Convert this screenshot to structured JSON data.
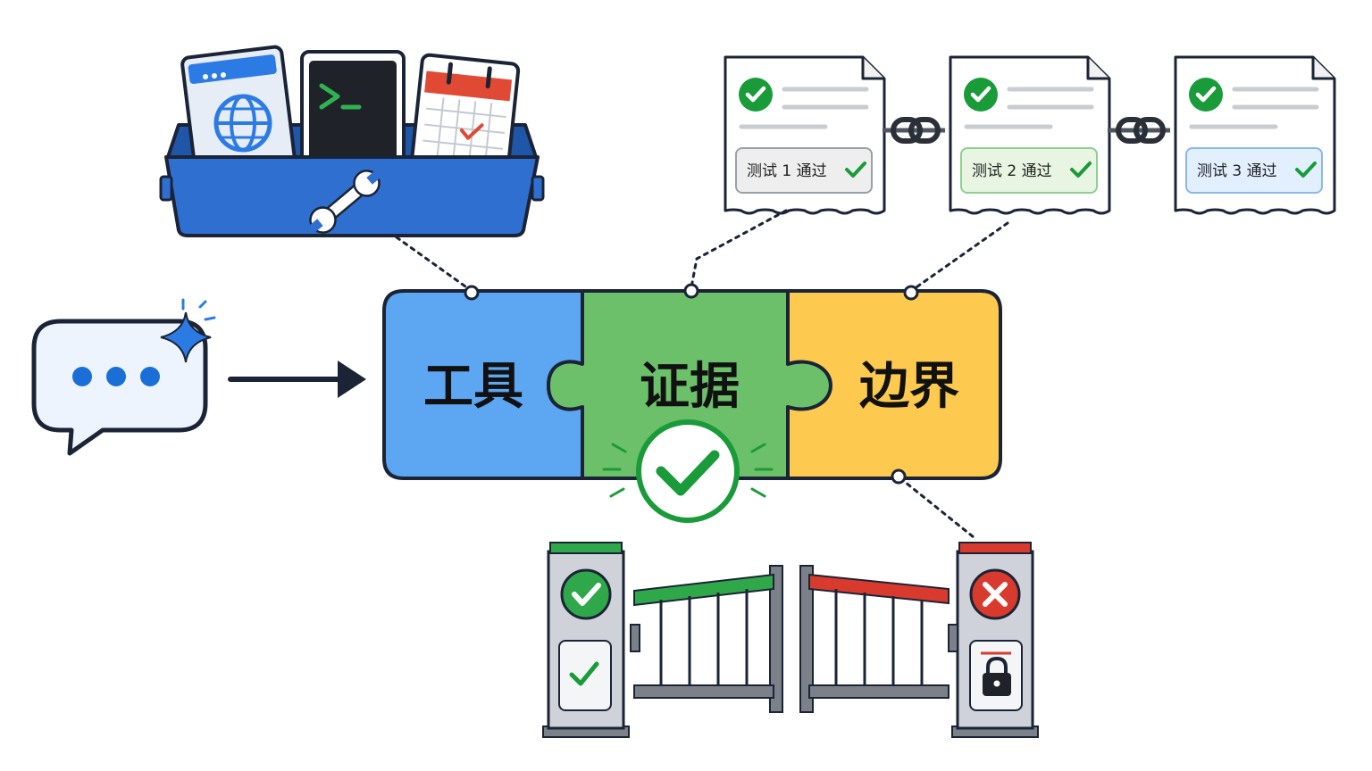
{
  "puzzle": {
    "tools_label": "工具",
    "evidence_label": "证据",
    "boundary_label": "边界"
  },
  "reports": [
    {
      "label": "测试 1 通过",
      "status": "pass"
    },
    {
      "label": "测试 2 通过",
      "status": "pass"
    },
    {
      "label": "测试 3 通过",
      "status": "pass"
    }
  ],
  "gates": {
    "left_status": "open-pass",
    "right_status": "locked-fail"
  },
  "toolbox": {
    "tools": [
      "globe-icon",
      "terminal-icon",
      "calendar-icon"
    ]
  },
  "colors": {
    "tools_blue": "#5ca6f2",
    "evidence_green": "#6cc06a",
    "boundary_yellow": "#fdc94e",
    "toolbox_blue": "#2f6fd0",
    "success": "#1a9b3a",
    "error": "#d83a2e",
    "outline": "#1b2436",
    "chat_blue": "#1a6fd6"
  }
}
